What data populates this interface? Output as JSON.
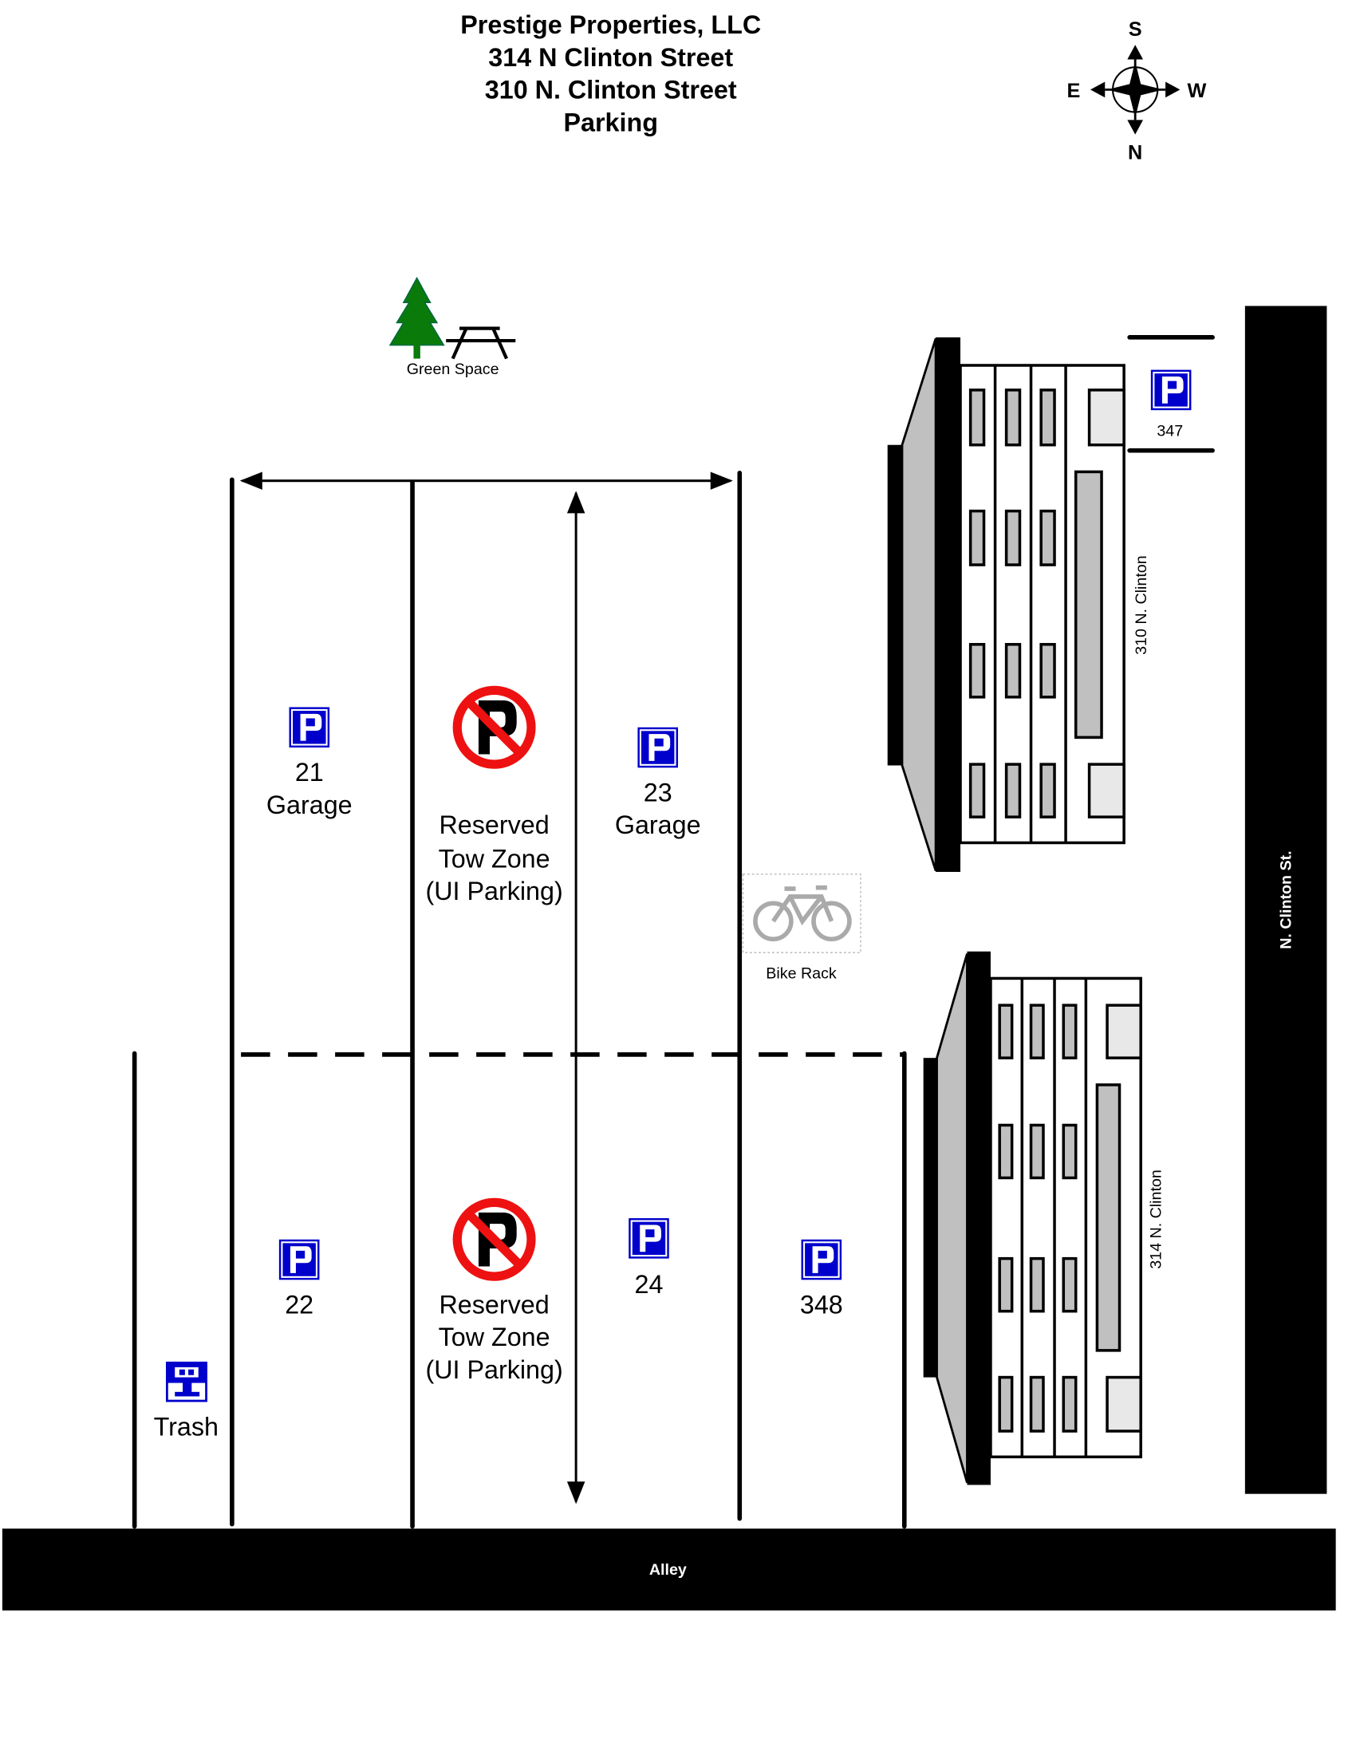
{
  "title": {
    "line1": "Prestige Properties, LLC",
    "line2": "314 N Clinton Street",
    "line3": "310 N. Clinton Street",
    "line4": "Parking"
  },
  "compass": {
    "top": "S",
    "left": "E",
    "right": "W",
    "bottom": "N"
  },
  "green_space": "Green Space",
  "streets": {
    "right": "N. Clinton St.",
    "bottom": "Alley"
  },
  "buildings": [
    {
      "label": "310 N. Clinton"
    },
    {
      "label": "314 N. Clinton"
    }
  ],
  "bike_rack": "Bike Rack",
  "spaces": {
    "s21": {
      "number": "21",
      "note": "Garage"
    },
    "s23": {
      "number": "23",
      "note": "Garage"
    },
    "s22": {
      "number": "22"
    },
    "s24": {
      "number": "24"
    },
    "s347": {
      "number": "347"
    },
    "s348": {
      "number": "348"
    }
  },
  "tow_zone": {
    "line1": "Reserved",
    "line2": "Tow Zone",
    "line3": "(UI Parking)"
  },
  "trash": "Trash",
  "colors": {
    "parking_blue": "#0000cc",
    "no_parking_red": "#ee1111",
    "tree_green": "#0a7a0a",
    "building_gray": "#c0c0c0"
  }
}
